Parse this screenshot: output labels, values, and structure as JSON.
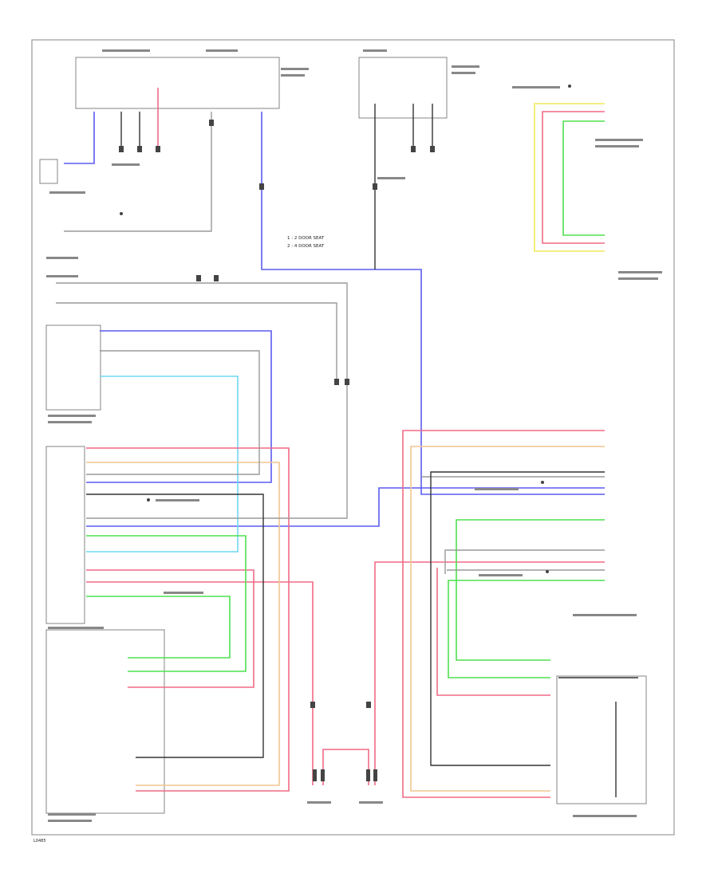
{
  "legend": {
    "line1": "1 : 2 DOOR SEAT",
    "line2": "2 : 4 DOOR SEAT"
  },
  "colors": {
    "blue": "#5b5bf0",
    "light_blue": "#6fd8f2",
    "red": "#f06a86",
    "green": "#4fe04f",
    "yellow": "#f0ea5a",
    "orange": "#efc690",
    "gray": "#9a9a9a",
    "black": "#333333",
    "frame": "#9a9a9a"
  },
  "footer": {
    "code": "L0485"
  }
}
